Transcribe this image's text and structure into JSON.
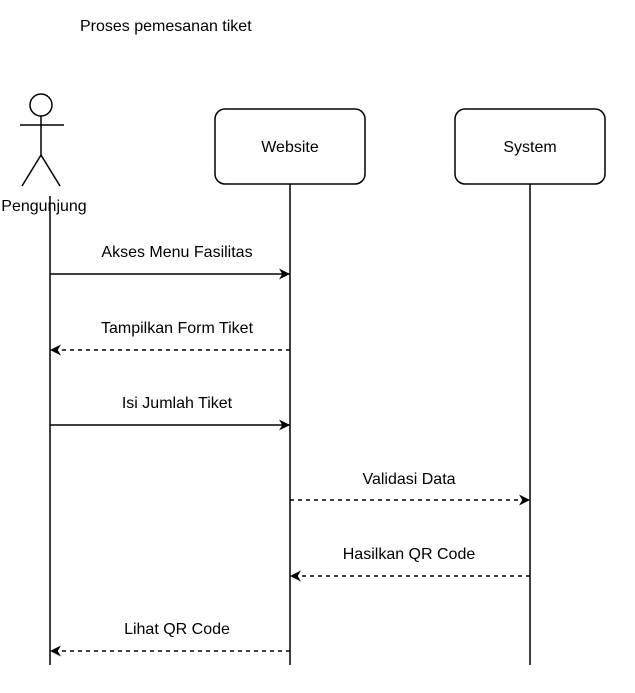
{
  "diagram_title": "Proses pemesanan tiket",
  "participants": {
    "actor": {
      "label": "Pengunjung",
      "kind": "actor"
    },
    "website": {
      "label": "Website",
      "kind": "box"
    },
    "system": {
      "label": "System",
      "kind": "box"
    }
  },
  "messages": [
    {
      "label": "Akses Menu Fasilitas",
      "from": "actor",
      "to": "website",
      "style": "solid"
    },
    {
      "label": "Tampilkan Form Tiket",
      "from": "website",
      "to": "actor",
      "style": "dashed"
    },
    {
      "label": "Isi Jumlah Tiket",
      "from": "actor",
      "to": "website",
      "style": "solid"
    },
    {
      "label": "Validasi Data",
      "from": "website",
      "to": "system",
      "style": "dashed"
    },
    {
      "label": "Hasilkan QR Code",
      "from": "system",
      "to": "website",
      "style": "dashed"
    },
    {
      "label": "Lihat QR Code",
      "from": "website",
      "to": "actor",
      "style": "dashed"
    }
  ],
  "colors": {
    "stroke": "#000000",
    "background": "#ffffff"
  }
}
